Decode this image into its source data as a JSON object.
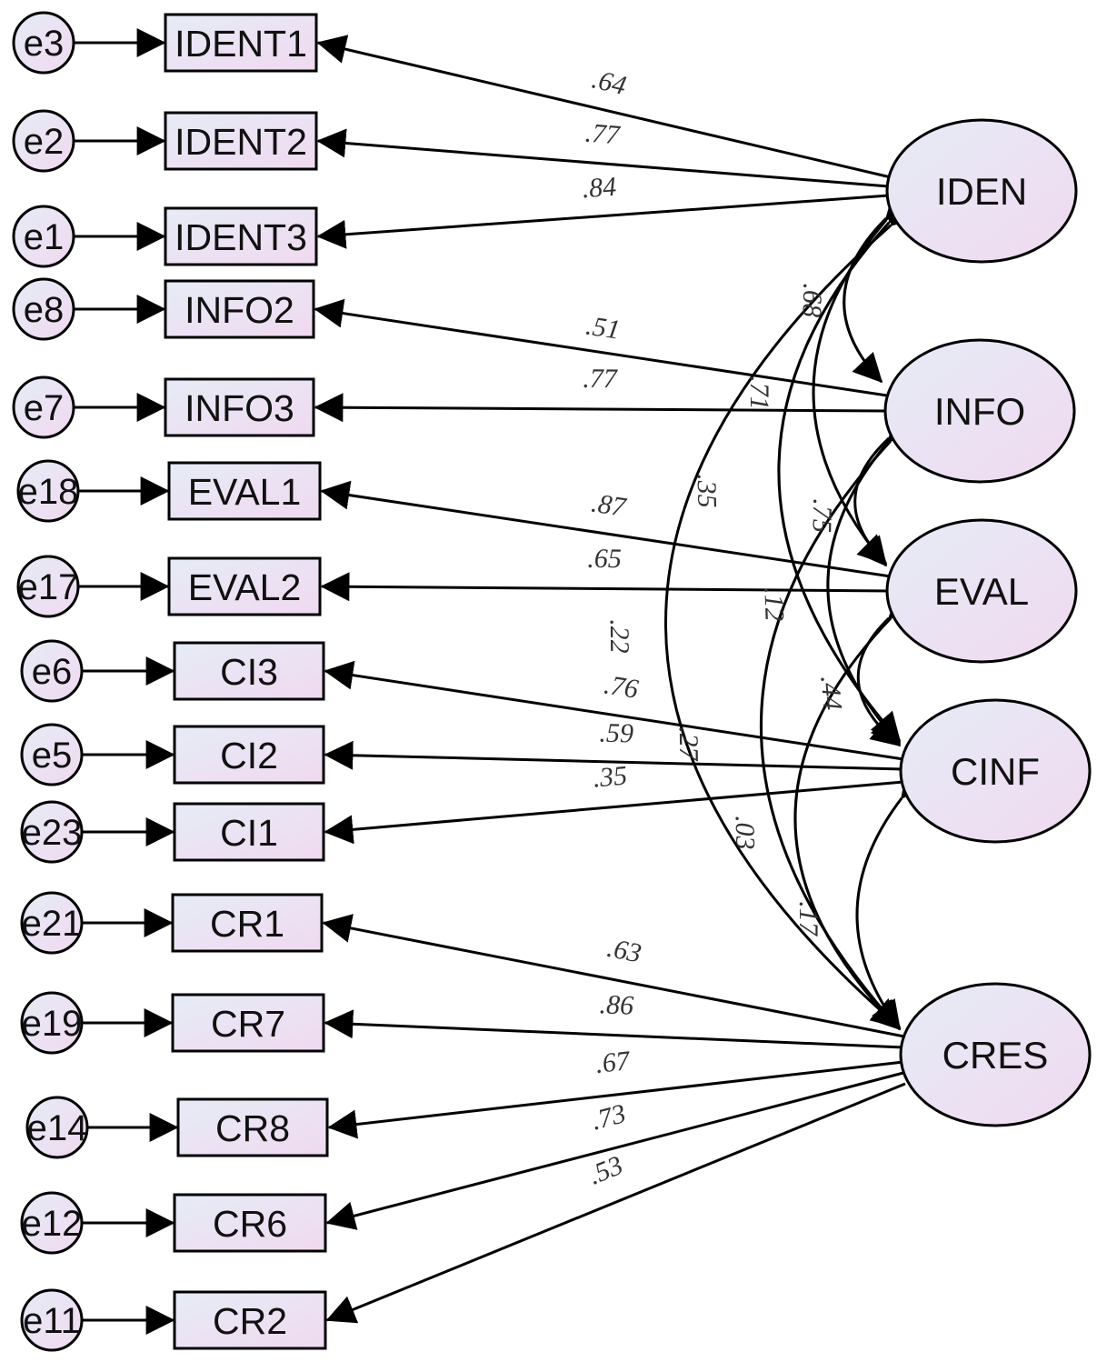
{
  "diagram": {
    "colors": {
      "stroke": "#000000",
      "node_fill_start": "#e6ecf6",
      "node_fill_end": "#f0d9f0",
      "label_text": "#333333"
    },
    "indicators": [
      {
        "error": "e3",
        "label": "IDENT1"
      },
      {
        "error": "e2",
        "label": "IDENT2"
      },
      {
        "error": "e1",
        "label": "IDENT3"
      },
      {
        "error": "e8",
        "label": "INFO2"
      },
      {
        "error": "e7",
        "label": "INFO3"
      },
      {
        "error": "e18",
        "label": "EVAL1"
      },
      {
        "error": "e17",
        "label": "EVAL2"
      },
      {
        "error": "e6",
        "label": "CI3"
      },
      {
        "error": "e5",
        "label": "CI2"
      },
      {
        "error": "e23",
        "label": "CI1"
      },
      {
        "error": "e21",
        "label": "CR1"
      },
      {
        "error": "e19",
        "label": "CR7"
      },
      {
        "error": "e14",
        "label": "CR8"
      },
      {
        "error": "e12",
        "label": "CR6"
      },
      {
        "error": "e11",
        "label": "CR2"
      }
    ],
    "latents": [
      {
        "id": "IDEN",
        "label": "IDEN"
      },
      {
        "id": "INFO",
        "label": "INFO"
      },
      {
        "id": "EVAL",
        "label": "EVAL"
      },
      {
        "id": "CINF",
        "label": "CINF"
      },
      {
        "id": "CRES",
        "label": "CRES"
      }
    ],
    "loadings": [
      {
        "from": "IDEN",
        "to": "IDENT1",
        "label": ".64"
      },
      {
        "from": "IDEN",
        "to": "IDENT2",
        "label": ".77"
      },
      {
        "from": "IDEN",
        "to": "IDENT3",
        "label": ".84"
      },
      {
        "from": "INFO",
        "to": "INFO2",
        "label": ".51"
      },
      {
        "from": "INFO",
        "to": "INFO3",
        "label": ".77"
      },
      {
        "from": "EVAL",
        "to": "EVAL1",
        "label": ".87"
      },
      {
        "from": "EVAL",
        "to": "EVAL2",
        "label": ".65"
      },
      {
        "from": "CINF",
        "to": "CI3",
        "label": ".76"
      },
      {
        "from": "CINF",
        "to": "CI2",
        "label": ".59"
      },
      {
        "from": "CINF",
        "to": "CI1",
        "label": ".35"
      },
      {
        "from": "CRES",
        "to": "CR1",
        "label": ".63"
      },
      {
        "from": "CRES",
        "to": "CR7",
        "label": ".86"
      },
      {
        "from": "CRES",
        "to": "CR8",
        "label": ".67"
      },
      {
        "from": "CRES",
        "to": "CR6",
        "label": ".73"
      },
      {
        "from": "CRES",
        "to": "CR2",
        "label": ".53"
      }
    ],
    "covariances": [
      {
        "a": "IDEN",
        "b": "INFO",
        "label": ".68"
      },
      {
        "a": "IDEN",
        "b": "EVAL",
        "label": ".71"
      },
      {
        "a": "IDEN",
        "b": "CINF",
        "label": ".35"
      },
      {
        "a": "IDEN",
        "b": "CRES",
        "label": ".22"
      },
      {
        "a": "INFO",
        "b": "EVAL",
        "label": ".75"
      },
      {
        "a": "INFO",
        "b": "CINF",
        "label": ".12"
      },
      {
        "a": "INFO",
        "b": "CRES",
        "label": ".27"
      },
      {
        "a": "EVAL",
        "b": "CINF",
        "label": ".44"
      },
      {
        "a": "EVAL",
        "b": "CRES",
        "label": ".03"
      },
      {
        "a": "CINF",
        "b": "CRES",
        "label": ".17"
      }
    ]
  }
}
